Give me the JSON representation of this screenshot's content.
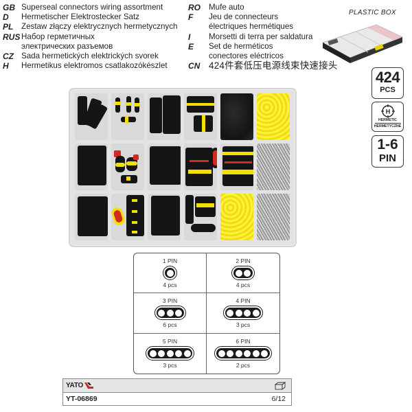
{
  "languages_left": [
    {
      "code": "GB",
      "lines": [
        "Superseal connectors wiring assortment"
      ]
    },
    {
      "code": "D",
      "lines": [
        "Hermetischer Elektrostecker Satz"
      ]
    },
    {
      "code": "PL",
      "lines": [
        "Zestaw złączy elektrycznych hermetycznych"
      ]
    },
    {
      "code": "RUS",
      "lines": [
        "Набор герметичных",
        "электрических разъемов"
      ]
    },
    {
      "code": "CZ",
      "lines": [
        "Sada hermetických elektrických svorek"
      ]
    },
    {
      "code": "H",
      "lines": [
        "Hermetikus elektromos csatlakozókészlet"
      ]
    }
  ],
  "languages_right": [
    {
      "code": "RO",
      "lines": [
        "Mufe auto"
      ]
    },
    {
      "code": "F",
      "lines": [
        "Jeu de connecteurs",
        "électriques hermétiques"
      ]
    },
    {
      "code": "I",
      "lines": [
        "Morsetti di terra per saldatura"
      ]
    },
    {
      "code": "E",
      "lines": [
        "Set de herméticos",
        "conectores eléctricos"
      ]
    },
    {
      "code": "CN",
      "lines": [
        "424件套低压电源线束快速接头"
      ]
    }
  ],
  "plastic_box": {
    "label": "PLASTIC BOX"
  },
  "badges": {
    "pieces": {
      "value": "424",
      "unit": "PCS"
    },
    "hermetic": {
      "icon": "hermetic-icon",
      "line1": "HERMETIC",
      "line2": "HERMETYCZNE"
    },
    "pins": {
      "value": "1-6",
      "unit": "PIN"
    }
  },
  "pin_table": [
    {
      "title": "1 PIN",
      "pins": 1,
      "qty": "4 pcs"
    },
    {
      "title": "2 PIN",
      "pins": 2,
      "qty": "4 pcs"
    },
    {
      "title": "3 PIN",
      "pins": 3,
      "qty": "6 pcs"
    },
    {
      "title": "4 PIN",
      "pins": 4,
      "qty": "3 pcs"
    },
    {
      "title": "5 PIN",
      "pins": 5,
      "qty": "3 pcs"
    },
    {
      "title": "6 PIN",
      "pins": 6,
      "qty": "2 pcs"
    }
  ],
  "footer": {
    "brand": "YATO",
    "product_code": "YT-06869",
    "package_icon": "box-icon",
    "package_qty": "6/12"
  },
  "colors": {
    "connector_black": "#151515",
    "seal_yellow": "#f2e000",
    "lock_red": "#d12a1e",
    "brand_red": "#d6261c",
    "tray": "#e3e3e3"
  }
}
